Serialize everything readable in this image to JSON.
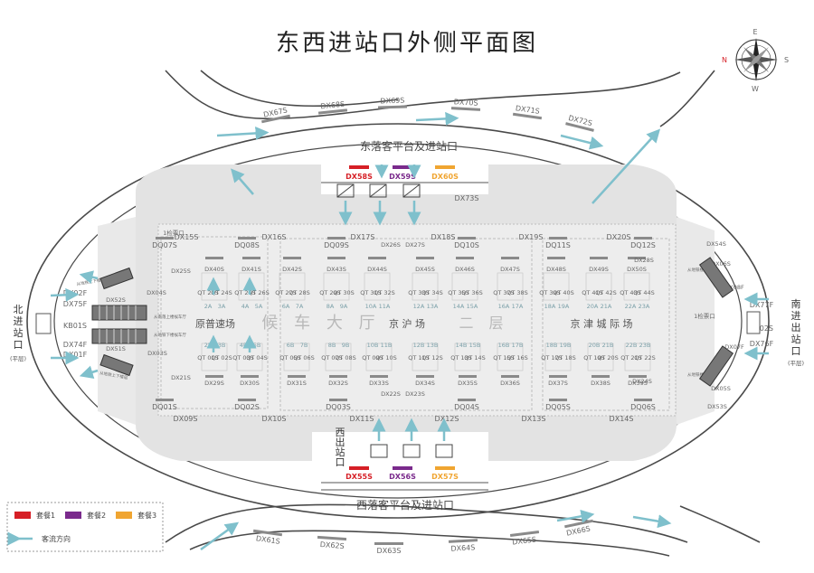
{
  "title": "东西进站口外侧平面图",
  "compass": {
    "n": "N",
    "e": "E",
    "s": "S",
    "w": "W"
  },
  "platforms": {
    "east": "东落客平台及进站口",
    "west": "西落客平台及进站口"
  },
  "side_exits": {
    "north": {
      "chars": [
        "北",
        "进",
        "站",
        "口"
      ],
      "sub": "(平层)"
    },
    "south": {
      "chars": [
        "南",
        "进",
        "出",
        "站",
        "口"
      ],
      "sub": "(平层)"
    },
    "west_exit": {
      "chars": [
        "西",
        "出",
        "站",
        "口"
      ]
    }
  },
  "hall": {
    "main": "候 车 大 厅",
    "zone_center": "京 沪 场",
    "floor": "二 层",
    "zone_left": "原普速场",
    "zone_right": "京 津 城 际 场"
  },
  "featured_spots": {
    "east": [
      {
        "label": "DX58S",
        "color": "#d61f26"
      },
      {
        "label": "DX59S",
        "color": "#7a2a8c"
      },
      {
        "label": "DX60S",
        "color": "#f0a531"
      }
    ],
    "west": [
      {
        "label": "DX55S",
        "color": "#d61f26"
      },
      {
        "label": "DX56S",
        "color": "#7a2a8c"
      },
      {
        "label": "DX57S",
        "color": "#f0a531"
      }
    ]
  },
  "legend": {
    "items": [
      {
        "label": "套餐1",
        "color": "#d61f26"
      },
      {
        "label": "套餐2",
        "color": "#7a2a8c"
      },
      {
        "label": "套餐3",
        "color": "#f0a531"
      }
    ],
    "flow": "客流方向"
  },
  "spots": {
    "outer_top": [
      "DX67S",
      "DX68S",
      "DX69S",
      "DX70S",
      "DX71S",
      "DX72S"
    ],
    "outer_bottom": [
      "DX61S",
      "DX62S",
      "DX63S",
      "DX64S",
      "DX65S",
      "DX66S"
    ],
    "dx73": "DX73S",
    "top_row": [
      "DQ07S",
      "DQ08S",
      "DQ09S",
      "DQ10S",
      "DQ11S",
      "DQ12S"
    ],
    "top_line": [
      "DX15S",
      "DX16S",
      "DX17S",
      "DX18S",
      "DX19S",
      "DX20S"
    ],
    "block_a": [
      "DX40S",
      "DX41S",
      "DX42S",
      "DX43S",
      "DX44S",
      "DX45S",
      "DX46S",
      "DX47S",
      "DX48S",
      "DX49S",
      "DX50S"
    ],
    "block_b": [
      "DX29S",
      "DX30S",
      "DX31S",
      "DX32S",
      "DX33S",
      "DX34S",
      "DX35S",
      "DX36S",
      "DX37S",
      "DX38S",
      "DX39S"
    ],
    "bottom_row": [
      "DQ01S",
      "DQ02S",
      "DQ03S",
      "DQ04S",
      "DQ05S",
      "DQ06S"
    ],
    "bottom_line": [
      "DX09S",
      "DX10S",
      "DX11S",
      "DX12S",
      "DX13S",
      "DX14S"
    ],
    "dx21": "DX21S",
    "dx22": "DX22S",
    "dx23": "DX23S",
    "dx24": "DX24S",
    "dx25": "DX25S",
    "dx26": "DX26S",
    "dx27": "DX27S",
    "dx28": "DX28S",
    "dx04": "DX04S",
    "dx03": "DX03S",
    "dx52": "DX52S",
    "dx51": "DX51S",
    "dx54": "DX54S",
    "dx53": "DX53S",
    "dx06": "DX06S",
    "dx05": "DX05S",
    "north_side": [
      "DX02F",
      "DX75F",
      "KB01S",
      "DX74F",
      "DX01F"
    ],
    "south_side": [
      "DX77F",
      "KB02S",
      "DX76F"
    ],
    "dx08f": "DX08F",
    "dx07f": "DX07F",
    "gate1": "1检票口",
    "gate2": "1检票口"
  },
  "qt_top": [
    [
      "QT 23S",
      "QT 24S",
      "2A",
      "3A"
    ],
    [
      "QT 25S",
      "QT 26S",
      "4A",
      "5A"
    ],
    [
      "QT 27S",
      "QT 28S",
      "6A",
      "7A"
    ],
    [
      "QT 29S",
      "QT 30S",
      "8A",
      "9A"
    ],
    [
      "QT 31S",
      "QT 32S",
      "10A",
      "11A"
    ],
    [
      "QT 33S",
      "QT 34S",
      "12A",
      "13A"
    ],
    [
      "QT 35S",
      "QT 36S",
      "14A",
      "15A"
    ],
    [
      "QT 37S",
      "QT 38S",
      "16A",
      "17A"
    ],
    [
      "QT 39S",
      "QT 40S",
      "18A",
      "19A"
    ],
    [
      "QT 41S",
      "QT 42S",
      "20A",
      "21A"
    ],
    [
      "QT 43S",
      "QT 44S",
      "22A",
      "23A"
    ]
  ],
  "qt_bottom": [
    [
      "2B",
      "3B",
      "QT 01S",
      "QT 02S"
    ],
    [
      "4B",
      "5B",
      "QT 03S",
      "QT 04S"
    ],
    [
      "6B",
      "7B",
      "QT 05S",
      "QT 06S"
    ],
    [
      "8B",
      "9B",
      "QT 07S",
      "QT 08S"
    ],
    [
      "10B",
      "11B",
      "QT 09S",
      "QT 10S"
    ],
    [
      "12B",
      "13B",
      "QT 11S",
      "QT 12S"
    ],
    [
      "14B",
      "15B",
      "QT 13S",
      "QT 14S"
    ],
    [
      "16B",
      "17B",
      "QT 15S",
      "QT 16S"
    ],
    [
      "18B",
      "19B",
      "QT 17S",
      "QT 18S"
    ],
    [
      "20B",
      "21B",
      "QT 19S",
      "QT 20S"
    ],
    [
      "22B",
      "23B",
      "QT 21S",
      "QT 22S"
    ]
  ],
  "escalator_notes": {
    "n1": "从地铁上下楼层",
    "n2": "从南落上楼候车厅",
    "n3": "从地铁下楼候车厅",
    "n4": "从地铁上下楼层",
    "s1": "从地铁楼下候车",
    "s2": "从地铁楼下候车"
  }
}
